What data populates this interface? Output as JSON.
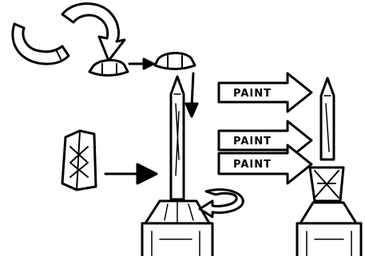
{
  "diagram": {
    "paint_arrows": [
      {
        "label": "PAINT"
      },
      {
        "label": "PAINT"
      },
      {
        "label": "PAINT"
      }
    ],
    "colors": {
      "ink": "#000000",
      "paper": "#ffffff"
    }
  }
}
